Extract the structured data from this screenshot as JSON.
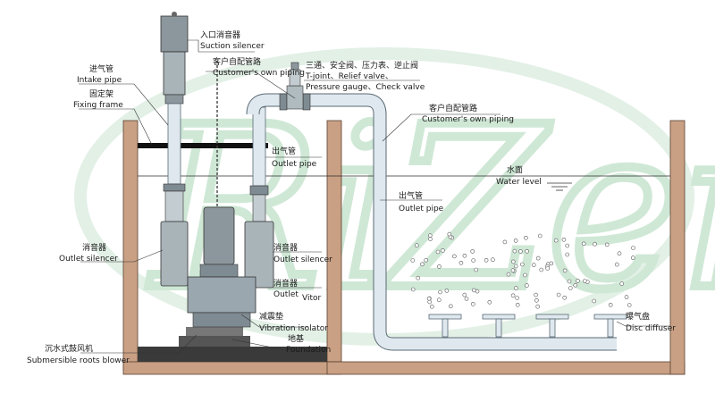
{
  "watermark": "RiZer",
  "colors": {
    "pipe_fill": "#dfe8ee",
    "pipe_stroke": "#5a6a75",
    "equipment_fill": "#9aa7ae",
    "tank_wall": "#c9a084",
    "foundation": "#3a3a3a",
    "watermark": "#cfe8d6"
  },
  "labels": {
    "suction_silencer_cn": "入口消音器",
    "suction_silencer_en": "Suction silencer",
    "intake_pipe_cn": "进气管",
    "intake_pipe_en": "Intake pipe",
    "customer_piping_top_cn": "客户自配管路",
    "customer_piping_top_en": "Customer's own piping",
    "valves_cn": "三通、安全阀、压力表、逆止阀",
    "valves_en_1": "T-joint、Relief valve、",
    "valves_en_2": "Pressure gauge、Check valve",
    "customer_piping_right_cn": "客户自配管路",
    "customer_piping_right_en": "Customer's own piping",
    "fixing_frame_cn": "固定架",
    "fixing_frame_en": "Fixing frame",
    "outlet_pipe_a_cn": "出气管",
    "outlet_pipe_a_en": "Outlet pipe",
    "water_level_cn": "水面",
    "water_level_en": "Water level",
    "outlet_pipe_b_cn": "出气管",
    "outlet_pipe_b_en": "Outlet pipe",
    "outlet_silencer_left_cn": "消音器",
    "outlet_silencer_left_en": "Outlet silencer",
    "outlet_silencer_mid_cn": "消音器",
    "outlet_silencer_mid_en": "Outlet silencer",
    "outlet_vitor_cn": "消音器",
    "outlet_vitor_en_1": "Outlet",
    "outlet_vitor_en_2": "Vitor",
    "vibration_isolator_cn": "减震垫",
    "vibration_isolator_en": "Vibration isolator",
    "foundation_cn": "地基",
    "foundation_en": "Foundation",
    "disc_diffuser_cn": "曝气盘",
    "disc_diffuser_en": "Disc diffuser",
    "blower_cn": "沉水式鼓风机",
    "blower_en": "Submersible roots blower"
  }
}
